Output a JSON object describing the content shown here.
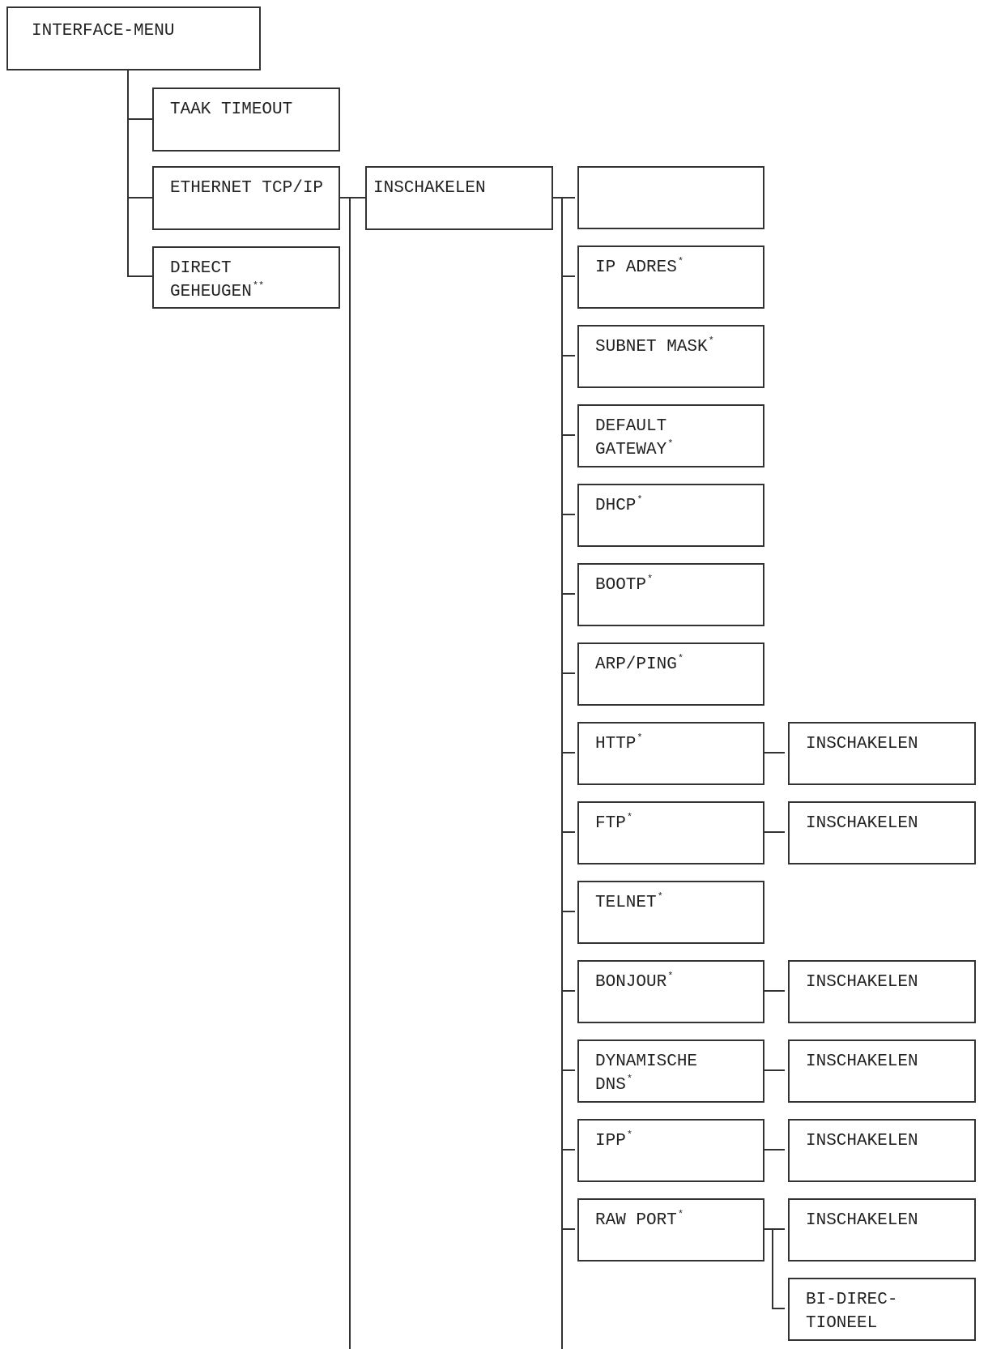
{
  "diagram": {
    "root": {
      "label": "INTERFACE-MENU"
    },
    "level1": [
      {
        "id": "taak-timeout",
        "lines": [
          "TAAK TIMEOUT"
        ],
        "mark": ""
      },
      {
        "id": "ethernet-tcpip",
        "lines": [
          "ETHERNET TCP/IP"
        ],
        "mark": ""
      },
      {
        "id": "direct-geheugen",
        "lines": [
          "DIRECT",
          "GEHEUGEN"
        ],
        "mark": "**"
      }
    ],
    "level2": {
      "label": "INSCHAKELEN"
    },
    "level3": [
      {
        "id": "blank",
        "lines": [
          ""
        ],
        "mark": ""
      },
      {
        "id": "ip-adres",
        "lines": [
          "IP ADRES"
        ],
        "mark": "*"
      },
      {
        "id": "subnet-mask",
        "lines": [
          "SUBNET MASK"
        ],
        "mark": "*"
      },
      {
        "id": "default-gateway",
        "lines": [
          "DEFAULT",
          "GATEWAY"
        ],
        "mark": "*"
      },
      {
        "id": "dhcp",
        "lines": [
          "DHCP"
        ],
        "mark": "*"
      },
      {
        "id": "bootp",
        "lines": [
          "BOOTP"
        ],
        "mark": "*"
      },
      {
        "id": "arp-ping",
        "lines": [
          "ARP/PING"
        ],
        "mark": "*"
      },
      {
        "id": "http",
        "lines": [
          "HTTP"
        ],
        "mark": "*"
      },
      {
        "id": "ftp",
        "lines": [
          "FTP"
        ],
        "mark": "*"
      },
      {
        "id": "telnet",
        "lines": [
          "TELNET"
        ],
        "mark": "*"
      },
      {
        "id": "bonjour",
        "lines": [
          "BONJOUR"
        ],
        "mark": "*"
      },
      {
        "id": "dynamische-dns",
        "lines": [
          "DYNAMISCHE",
          "DNS"
        ],
        "mark": "*"
      },
      {
        "id": "ipp",
        "lines": [
          "IPP"
        ],
        "mark": "*"
      },
      {
        "id": "raw-port",
        "lines": [
          "RAW PORT"
        ],
        "mark": "*"
      }
    ],
    "level4": [
      {
        "id": "http-inschakelen",
        "parent": "http",
        "lines": [
          "INSCHAKELEN"
        ]
      },
      {
        "id": "ftp-inschakelen",
        "parent": "ftp",
        "lines": [
          "INSCHAKELEN"
        ]
      },
      {
        "id": "bonjour-inschakelen",
        "parent": "bonjour",
        "lines": [
          "INSCHAKELEN"
        ]
      },
      {
        "id": "dynamische-dns-inschakelen",
        "parent": "dynamische-dns",
        "lines": [
          "INSCHAKELEN"
        ]
      },
      {
        "id": "ipp-inschakelen",
        "parent": "ipp",
        "lines": [
          "INSCHAKELEN"
        ]
      },
      {
        "id": "raw-port-inschakelen",
        "parent": "raw-port",
        "lines": [
          "INSCHAKELEN"
        ]
      },
      {
        "id": "raw-port-bi-directioneel",
        "parent": "raw-port",
        "lines": [
          "BI-DIREC-",
          "TIONEEL"
        ]
      }
    ]
  }
}
